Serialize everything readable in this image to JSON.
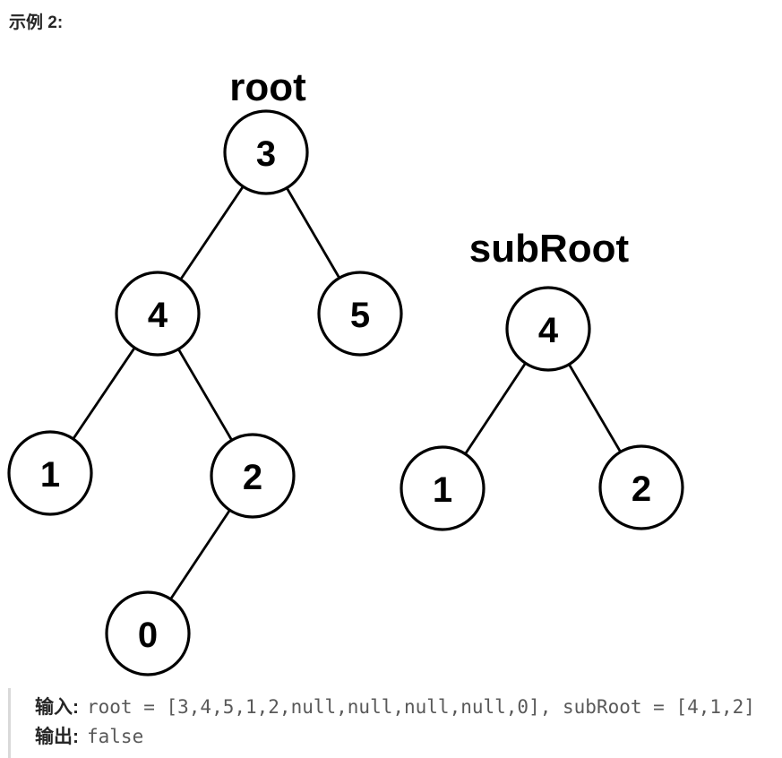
{
  "heading": "示例 2:",
  "diagram": {
    "trees": [
      {
        "label": "root",
        "nodes": [
          {
            "value": "3"
          },
          {
            "value": "4"
          },
          {
            "value": "5"
          },
          {
            "value": "1"
          },
          {
            "value": "2"
          },
          {
            "value": "0"
          }
        ],
        "edges": [
          "3-4 (left)",
          "3-5 (right)",
          "4-1 (left)",
          "4-2 (right)",
          "2-0 (left)"
        ]
      },
      {
        "label": "subRoot",
        "nodes": [
          {
            "value": "4"
          },
          {
            "value": "1"
          },
          {
            "value": "2"
          }
        ],
        "edges": [
          "4-1 (left)",
          "4-2 (right)"
        ]
      }
    ]
  },
  "example": {
    "input_label": "输入:",
    "input_value": "root = [3,4,5,1,2,null,null,null,null,0], subRoot = [4,1,2]",
    "output_label": "输出:",
    "output_value": "false"
  },
  "colors": {
    "heading_text": "#262626",
    "figure_stroke": "#000000",
    "code_text": "#595959",
    "block_border": "#d9d9d9",
    "background": "#ffffff"
  }
}
